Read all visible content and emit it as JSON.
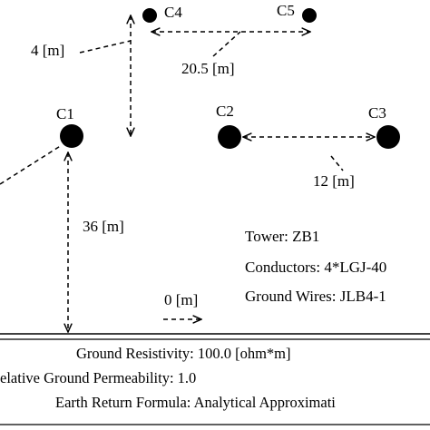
{
  "conductors": {
    "c1": "C1",
    "c2": "C2",
    "c3": "C3",
    "c4": "C4",
    "c5": "C5"
  },
  "dimensions": {
    "vertical_offset": "4 [m]",
    "ground_wire_spacing": "20.5 [m]",
    "phase_spacing": "12 [m]",
    "height": "36 [m]",
    "horizontal_offset": "0 [m]"
  },
  "tower_info": {
    "tower": "Tower: ZB1",
    "conductors": "Conductors: 4*LGJ-40",
    "ground_wires": "Ground Wires: JLB4-1"
  },
  "ground_parameters": {
    "resistivity": "Ground Resistivity: 100.0 [ohm*m]",
    "permeability": "elative Ground Permeability: 1.0",
    "earth_return": "Earth Return Formula: Analytical Approximati"
  },
  "colors": {
    "line": "#000000",
    "background": "#ffffff",
    "ground_band": "#ffffff"
  }
}
